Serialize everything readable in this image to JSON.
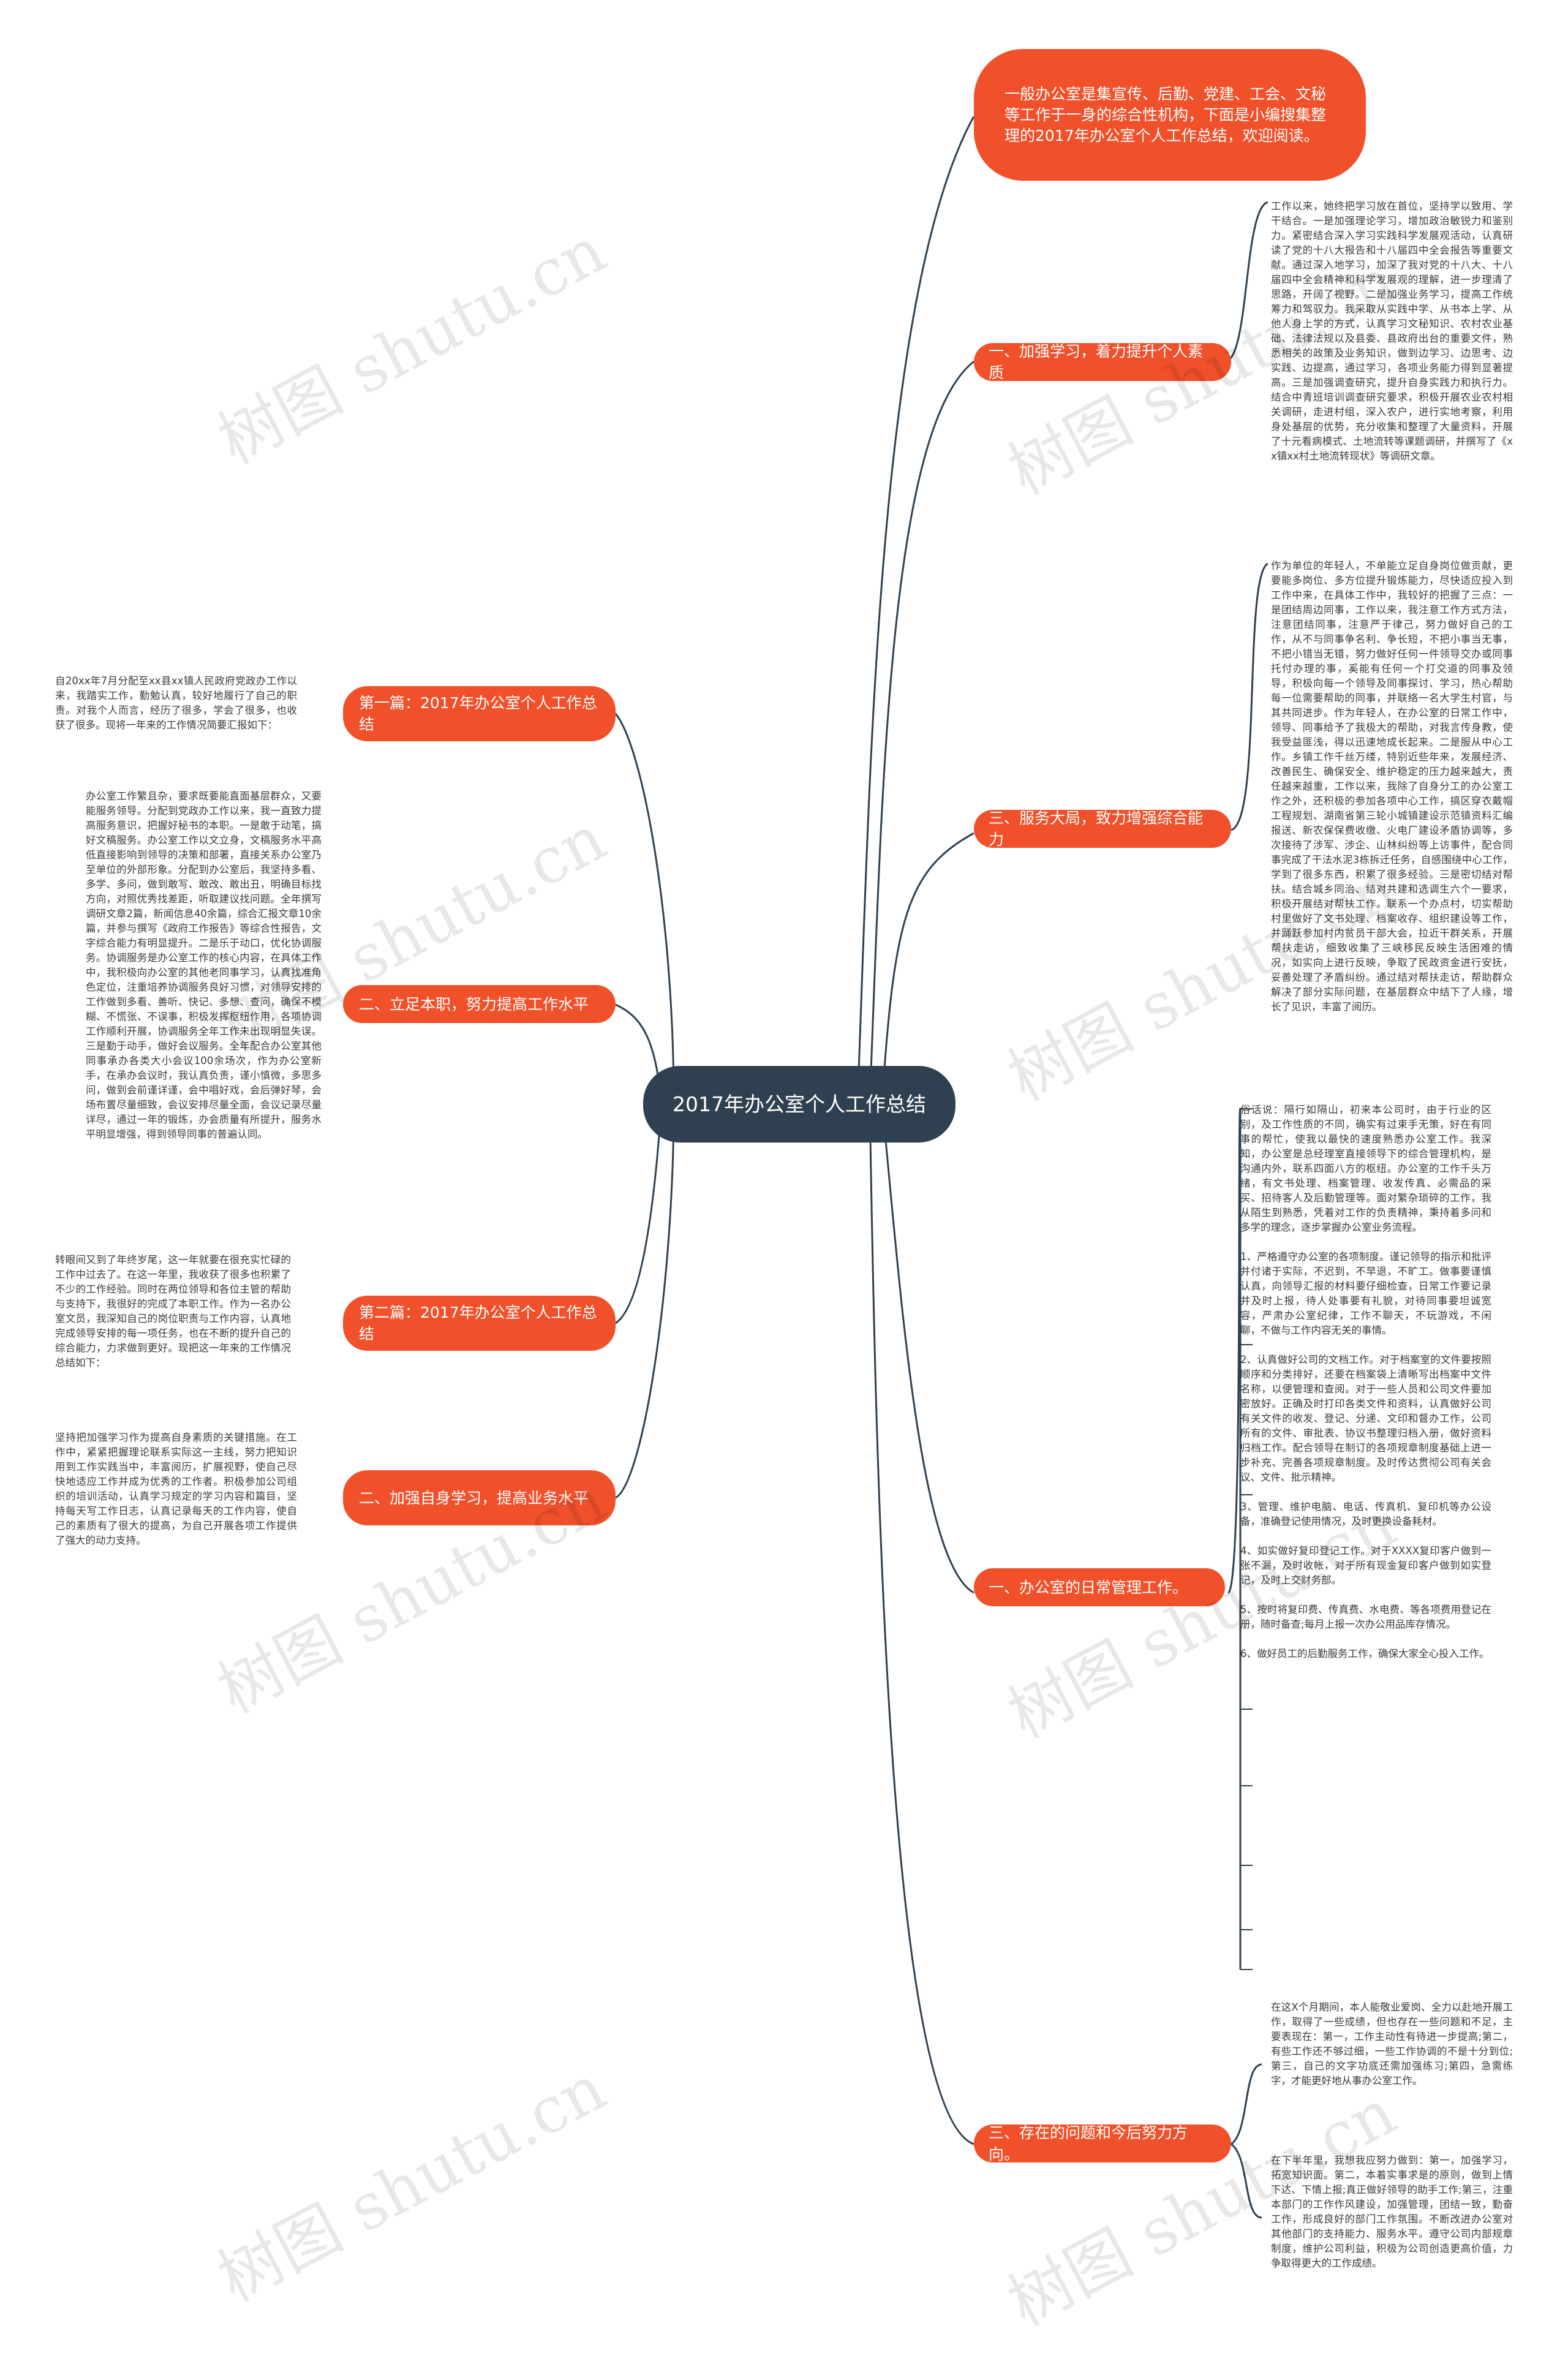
{
  "center": "2017年办公室个人工作总结",
  "watermark": "树图 shutu.cn",
  "colors": {
    "branch": "#f0512b",
    "center": "#2f4150",
    "line": "#2f4150"
  },
  "right": {
    "intro": "一般办公室是集宣传、后勤、党建、工会、文秘等工作于一身的综合性机构，下面是小编搜集整理的2017年办公室个人工作总结，欢迎阅读。",
    "b1": {
      "label": "一、加强学习，着力提升个人素质",
      "text": "工作以来，她终把学习放在首位，坚持学以致用、学干结合。一是加强理论学习，增加政治敏锐力和鉴别力。紧密结合深入学习实践科学发展观活动，认真研读了党的十八大报告和十八届四中全会报告等重要文献。通过深入地学习，加深了我对党的十八大、十八届四中全会精神和科学发展观的理解，进一步理清了思路，开阔了视野。二是加强业务学习，提高工作统筹力和驾驭力。我采取从实践中学、从书本上学、从他人身上学的方式，认真学习文秘知识、农村农业基础、法律法规以及县委、县政府出台的重要文件，熟悉相关的政策及业务知识，做到边学习、边思考、边实践、边提高，通过学习，各项业务能力得到显著提高。三是加强调查研究，提升自身实践力和执行力。结合中青班培训调查研究要求，积极开展农业农村相关调研，走进村组，深入农户，进行实地考察，利用身处基层的优势，充分收集和整理了大量资料，开展了十元看病模式、土地流转等课题调研，并撰写了《xx镇xx村土地流转现状》等调研文章。"
    },
    "b2": {
      "label": "三、服务大局，致力增强综合能力",
      "text": "作为单位的年轻人，不单能立足自身岗位做贡献，更要能多岗位、多方位提升锻炼能力，尽快适应投入到工作中来，在具体工作中，我较好的把握了三点：一是团结周边同事，工作以来，我注意工作方式方法，注意团结同事，注意严于律己，努力做好自己的工作，从不与同事争名利、争长短，不把小事当无事，不把小错当无错，努力做好任何一件领导交办或同事托付办理的事，奚能有任何一个打交道的同事及领导，积极向每一个领导及同事探讨、学习，热心帮助每一位需要帮助的同事，并联络一名大学生村官，与其共同进步。作为年轻人，在办公室的日常工作中，领导、同事给予了我极大的帮助，对我言传身教，使我受益匪浅，得以迅速地成长起来。二是服从中心工作。乡镇工作千丝万缕，特别近些年来，发展经济、改善民生、确保安全、维护稳定的压力越来越大，责任越来越重，工作以来，我除了自身分工的办公室工作之外，还积极的参加各项中心工作，搞区穿衣戴帽工程规划、湖南省第三轮小城镇建设示范镇资料汇编报送、新农保保费收缴、火电厂建设矛盾协调等，多次接待了涉军、涉企、山林纠纷等上访事件，配合同事完成了干法水泥3栋拆迁任务，自感围绕中心工作，学到了很多东西，积累了很多经验。三是密切结对帮扶。结合城乡同治、结对共建和选调生六个一要求，积极开展结对帮扶工作。联系一个办点村，切实帮助村里做好了文书处理、档案收存、组织建设等工作，并踊跃参加村内贫员干部大会，拉近干群关系，开展帮扶走访，细致收集了三峡移民反映生活困难的情况，如实向上进行反映，争取了民政资金进行安抚，妥善处理了矛盾纠纷。通过结对帮扶走访，帮助群众解决了部分实际问题，在基层群众中结下了人缘，增长了见识，丰富了阅历。"
    },
    "b3": {
      "label": "一、办公室的日常管理工作。",
      "text": "俗话说：隔行如隔山，初来本公司时，由于行业的区别，及工作性质的不同，确实有过束手无策，好在有同事的帮忙，使我以最快的速度熟悉办公室工作。我深知，办公室是总经理室直接领导下的综合管理机构，是沟通内外，联系四面八方的枢纽。办公室的工作千头万绪，有文书处理、档案管理、收发传真、必需品的采买、招待客人及后勤管理等。面对繁杂琐碎的工作，我从陌生到熟悉，凭着对工作的负责精神，秉持着多问和多学的理念，逐步掌握办公室业务流程。\n\n1、严格遵守办公室的各项制度。谨记领导的指示和批评并付诸于实际，不迟到，不早退，不旷工。做事要谨慎认真，向领导汇报的材料要仔细检查，日常工作要记录并及时上报，待人处事要有礼貌，对待同事要坦诚宽容，严肃办公室纪律，工作不聊天，不玩游戏，不闲聊，不做与工作内容无关的事情。\n\n2、认真做好公司的文档工作。对于档案室的文件要按照顺序和分类排好，还要在档案袋上清晰写出档案中文件名称，以便管理和查阅。对于一些人员和公司文件要加密放好。正确及时打印各类文件和资料，认真做好公司有关文件的收发、登记、分递、文印和督办工作，公司所有的文件、审批表、协议书整理归档入册，做好资料归档工作。配合领导在制订的各项规章制度基础上进一步补充、完善各项规章制度。及时传达贯彻公司有关会议、文件、批示精神。\n\n3、管理、维护电脑、电话、传真机、复印机等办公设备，准确登记使用情况，及时更换设备耗材。\n\n4、如实做好复印登记工作。对于XXXX复印客户做到一张不漏，及时收帐，对于所有现金复印客户做到如实登记，及时上交财务部。\n\n5、按时将复印费、传真费、水电费、等各项费用登记在册，随时备查;每月上报一次办公用品库存情况。\n\n6、做好员工的后勤服务工作，确保大家全心投入工作。"
    },
    "b4": {
      "label": "三、存在的问题和今后努力方向。",
      "text1": "在这X个月期间，本人能敬业爱岗、全力以赴地开展工作，取得了一些成绩，但也存在一些问题和不足，主要表现在：第一，工作主动性有待进一步提高;第二，有些工作还不够过细，一些工作协调的不是十分到位;第三，自己的文字功底还需加强练习;第四，急需练字，才能更好地从事办公室工作。",
      "text2": "在下半年里，我想我应努力做到：第一，加强学习，拓宽知识面。第二，本着实事求是的原则，做到上情下达、下情上报;真正做好领导的助手工作;第三，注重本部门的工作作风建设，加强管理，团结一致，勤奋工作，形成良好的部门工作氛围。不断改进办公室对其他部门的支持能力、服务水平。遵守公司内部规章制度，维护公司利益，积极为公司创造更高价值，力争取得更大的工作成绩。"
    }
  },
  "left": {
    "b1": {
      "label": "第一篇：2017年办公室个人工作总结",
      "text": "自20xx年7月分配至xx县xx镇人民政府党政办工作以来，我踏实工作，勤勉认真，较好地履行了自己的职责。对我个人而言，经历了很多，学会了很多，也收获了很多。现将一年来的工作情况简要汇报如下："
    },
    "b2": {
      "label": "二、立足本职，努力提高工作水平",
      "text": "办公室工作繁且杂，要求既要能直面基层群众，又要能服务领导。分配到党政办工作以来，我一直致力提高服务意识，把握好秘书的本职。一是敢于动笔，搞好文稿服务。办公室工作以文立身，文稿服务水平高低直接影响到领导的决策和部署，直接关系办公室乃至单位的外部形象。分配到办公室后，我坚持多看、多学、多问，做到敢写、敢改、敢出丑，明确目标找方向，对照优秀找差距，听取建议找问题。全年撰写调研文章2篇，新闻信息40余篇，综合汇报文章10余篇，并参与撰写《政府工作报告》等综合性报告，文字综合能力有明显提升。二是乐于动口，优化协调服务。协调服务是办公室工作的核心内容，在具体工作中，我积极向办公室的其他老同事学习，认真找准角色定位，注重培养协调服务良好习惯，对领导安排的工作做到多看、善听、快记、多想、查问，确保不模糊、不慌张、不误事，积极发挥枢纽作用，各项协调工作顺利开展，协调服务全年工作未出现明显失误。三是勤于动手，做好会议服务。全年配合办公室其他同事承办各类大小会议100余场次，作为办公室新手，在承办会议时，我认真负责，谨小慎微，多思多问，做到会前谨详谨，会中唱好戏，会后弹好琴，会场布置尽量细致，会议安排尽量全面，会议记录尽量详尽，通过一年的锻炼，办会质量有所提升，服务水平明显增强，得到领导同事的普遍认同。"
    },
    "b3": {
      "label": "第二篇：2017年办公室个人工作总结",
      "text": "转眼间又到了年终岁尾，这一年就要在很充实忙碌的工作中过去了。在这一年里，我收获了很多也积累了不少的工作经验。同时在两位领导和各位主管的帮助与支持下，我很好的完成了本职工作。作为一名办公室文员，我深知自己的岗位职责与工作内容，认真地完成领导安排的每一项任务，也在不断的提升自己的综合能力，力求做到更好。现把这一年来的工作情况总结如下："
    },
    "b4": {
      "label": "二、加强自身学习，提高业务水平",
      "text": "坚持把加强学习作为提高自身素质的关键措施。在工作中，紧紧把握理论联系实际这一主线，努力把知识用到工作实践当中，丰富阅历，扩展视野，使自己尽快地适应工作并成为优秀的工作者。积极参加公司组织的培训活动，认真学习规定的学习内容和篇目，坚持每天写工作日志，认真记录每天的工作内容，使自己的素质有了很大的提高，为自己开展各项工作提供了强大的动力支持。"
    }
  }
}
